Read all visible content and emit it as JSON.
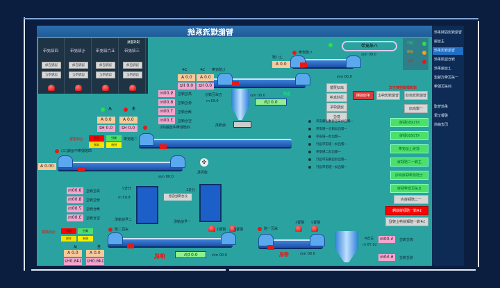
{
  "title": "智能煤流系统",
  "colors": {
    "panel": "#2aa3a0",
    "sidebar": "#0d2b55",
    "running": "#27e04a",
    "fault": "#f0a020",
    "stopped": "#e81818"
  },
  "sidebar": {
    "items": [
      "智能煤流控制系统",
      "主运输",
      "智能煤流系统",
      "煤仓监测系统",
      "上运输系统",
      "一采区带式输送",
      "四采区胶带",
      "系统管理",
      "报警记录",
      "历史曲线"
    ],
    "active": 2
  },
  "control_panel": {
    "header": "操作面板",
    "columns": [
      {
        "name": "四部皮带",
        "start": "远程启动",
        "stop": "远程停止"
      },
      {
        "name": "七部皮带",
        "start": "远程启动",
        "stop": "远程停止"
      },
      {
        "name": "五六部皮带",
        "start": "远程启动",
        "stop": "远程停止"
      },
      {
        "name": "三部皮带",
        "start": "远程启动",
        "stop": "远程停止"
      }
    ]
  },
  "legend": [
    {
      "label": "运行",
      "color": "#27e04a"
    },
    {
      "label": "故障",
      "color": "#f0a020"
    },
    {
      "label": "停止",
      "color": "#e81818"
    }
  ],
  "belt8": {
    "name": "八部皮带",
    "motor": "上八部",
    "current": "0.0 A",
    "speed": "0.00 m/s"
  },
  "belt_main": {
    "name": "八采皮带",
    "speed": "0.00 m/s"
  },
  "belt7": {
    "name": "七部皮带",
    "m1": "1#",
    "m2": "2#",
    "cur1": "0.0 A",
    "cur2": "0.0 A",
    "hz1": "0.0 Hz",
    "hz2": "0.0 Hz",
    "level_label": "五采区煤仓",
    "level": "9.63 m",
    "speed": "0.00 m/s",
    "flow": "0.0 t/h"
  },
  "bunker_levels": [
    {
      "label": "高位煤位",
      "value": "9.00m"
    },
    {
      "label": "低位煤位",
      "value": "8.00m"
    },
    {
      "label": "满仓煤位",
      "value": "7.00m"
    },
    {
      "label": "空仓煤位",
      "value": "3.00m"
    }
  ],
  "belt4": {
    "name": "四部胶带中运输(四)",
    "main": "主",
    "sub": "从",
    "cur_main": "0.0 A",
    "cur_sub": "0.0 A",
    "hz_main": "0.0 Hz",
    "hz_sub": "0.0 Hz",
    "feeder": "给煤机",
    "status_tags": [
      "远程",
      "集控",
      "本地",
      "检修"
    ],
    "tag_label": "二部皮带",
    "alarm_text": "沿线报警",
    "tag_red_label": "急停"
  },
  "belt3": {
    "name": "四部胶带中运输(三)",
    "current": "00.0 A",
    "speed": "0.00 m/s",
    "fan": "通风机"
  },
  "buttons_mid": [
    "启动预警",
    "沿线急停",
    "远程停车",
    "复位"
  ],
  "buttons_right": [
    "智能煤流启动",
    "智能煤流停止",
    "一键启动",
    "智能煤流控制"
  ],
  "alert_title": "煤流联锁控制方式",
  "alert_button": "手动控制",
  "sequence": [
    "一键启动采区溜槽运输皮带",
    "一键启动煤仓一部皮带",
    "一键启动一部皮带",
    "一键启动一部皮带运行",
    "一键启动二部皮带",
    "一键启动运输皮带运行",
    "一键启动一部皮带运行"
  ],
  "green_buttons": [
    "KT1KB0联锁",
    "KT2KB0联锁",
    "联锁上运皮带",
    "主煤一二部联锁",
    "七部皮带联锁启动",
    "五采区皮带联锁"
  ],
  "gray_button": "一二部联锁点",
  "red_button": "1#煤一部联锁故障",
  "gray_button2": "1#煤一部联锁停止按钮",
  "bins": [
    {
      "name": "分仓2",
      "level": "6.63 m",
      "feeder": "二号给煤机"
    },
    {
      "name": "分仓1",
      "feeder": "一号给煤机"
    }
  ],
  "bin_info": "分仓煤位信息",
  "bunker_levels2": [
    {
      "label": "高位煤位",
      "value": "9.00m"
    },
    {
      "label": "低位煤位",
      "value": "8.00m"
    },
    {
      "label": "满仓煤位",
      "value": "7.00m"
    },
    {
      "label": "空仓煤位",
      "value": "3.00m"
    }
  ],
  "belt2": {
    "name": "采区二部",
    "main": "主",
    "sub": "从",
    "cur_main": "0.0 A",
    "cur_sub": "0.0 A",
    "hz_main": "146.0Hz",
    "hz_sub": "146.0Hz",
    "speed": "0.00 m/s",
    "flow": "0.0 t/h",
    "status": "停机",
    "tags": [
      "运行",
      "集控",
      "本地",
      "检修"
    ],
    "alarm": "沿线报警"
  },
  "belt1": {
    "name": "采区一部",
    "speed": "0.00 m/s",
    "status": "停机",
    "alarms": [
      "报警1",
      "报警2"
    ]
  },
  "silo_a": {
    "name": "主仓A",
    "level": "10.70 m",
    "high_label": "高位煤位",
    "high": "5.00m",
    "low_label": "低位煤位",
    "low": "6.50m"
  },
  "belt2_labels": [
    "报警1",
    "报警2"
  ]
}
